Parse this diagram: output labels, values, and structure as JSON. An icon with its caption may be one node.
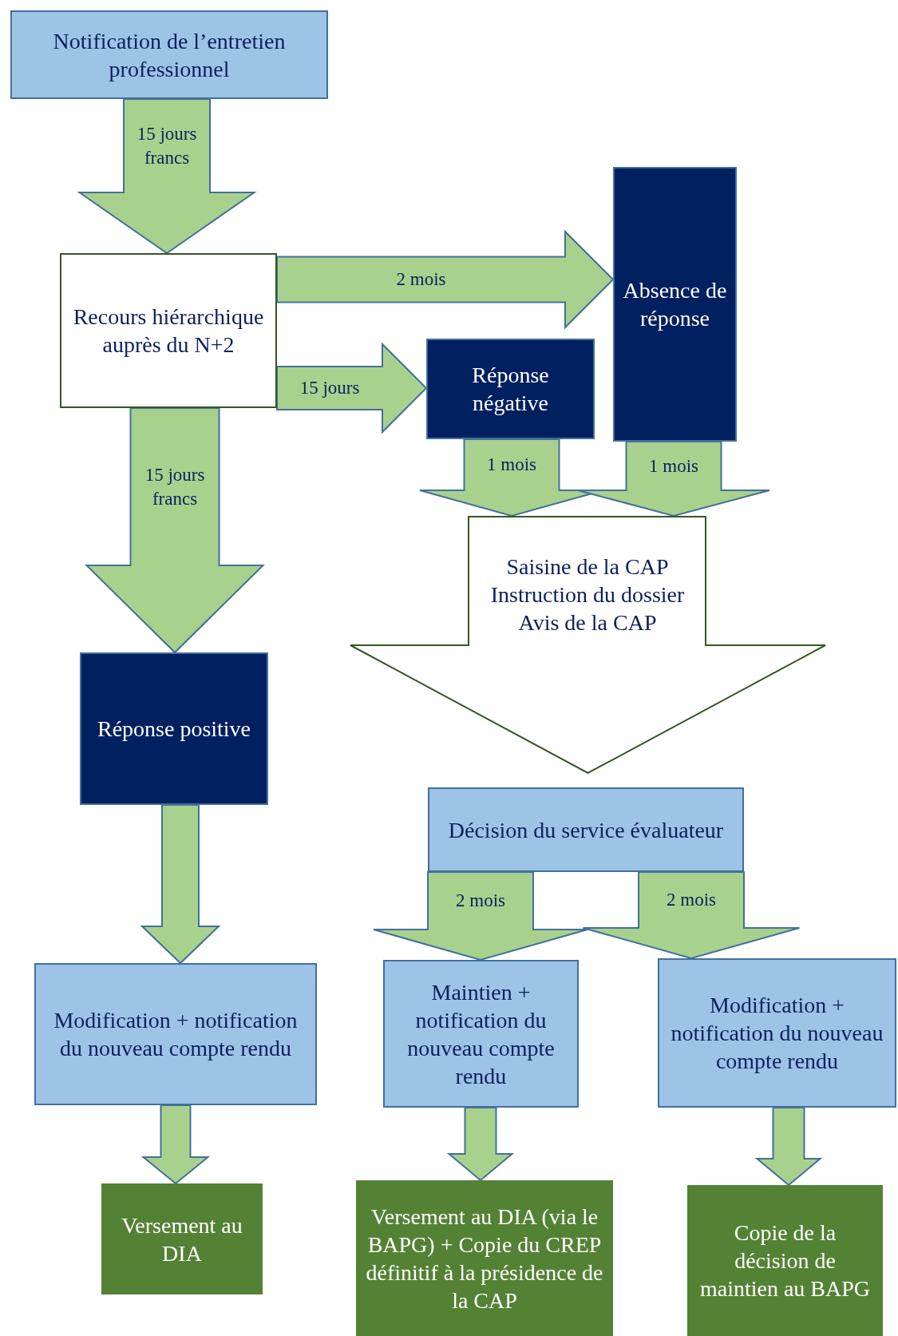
{
  "diagram": {
    "nodes": [
      {
        "text": [
          "Notification de l’entretien professionnel"
        ]
      },
      {
        "text": [
          "Recours hiérarchique auprès du N+2"
        ]
      },
      {
        "text": [
          "Absence de réponse"
        ]
      },
      {
        "text": [
          "Réponse négative"
        ]
      },
      {
        "text": [
          "Saisine de la CAP",
          "Instruction du dossier",
          "Avis de la CAP"
        ]
      },
      {
        "text": [
          "Réponse positive"
        ]
      },
      {
        "text": [
          "Décision du service évaluateur"
        ]
      },
      {
        "text": [
          "Modification + notification du nouveau compte rendu"
        ]
      },
      {
        "text": [
          "Maintien + notification du nouveau compte rendu"
        ]
      },
      {
        "text": [
          "Modification + notification du nouveau compte rendu"
        ]
      },
      {
        "text": [
          "Versement au DIA"
        ]
      },
      {
        "text": [
          "Versement au DIA (via le BAPG) + Copie du CREP définitif à la présidence de la CAP"
        ]
      },
      {
        "text": [
          "Copie de la décision de maintien au BAPG"
        ]
      }
    ],
    "edges": [
      {
        "from": 0,
        "to": 1,
        "arrow": "to",
        "label": "15 jours francs"
      },
      {
        "from": 1,
        "to": 2,
        "arrow": "to",
        "label": "2 mois"
      },
      {
        "from": 1,
        "to": 3,
        "arrow": "to",
        "label": "15 jours"
      },
      {
        "from": 1,
        "to": 5,
        "arrow": "to",
        "label": "15 jours francs"
      },
      {
        "from": 3,
        "to": 4,
        "arrow": "to",
        "label": "1 mois"
      },
      {
        "from": 2,
        "to": 4,
        "arrow": "to",
        "label": "1 mois"
      },
      {
        "from": 6,
        "to": 8,
        "arrow": "to",
        "label": "2 mois"
      },
      {
        "from": 6,
        "to": 9,
        "arrow": "to",
        "label": "2 mois"
      },
      {
        "from": 5,
        "to": 7,
        "arrow": "to"
      },
      {
        "from": 7,
        "to": 10,
        "arrow": "to"
      },
      {
        "from": 8,
        "to": 11,
        "arrow": "to"
      },
      {
        "from": 9,
        "to": 12,
        "arrow": "to"
      }
    ]
  }
}
